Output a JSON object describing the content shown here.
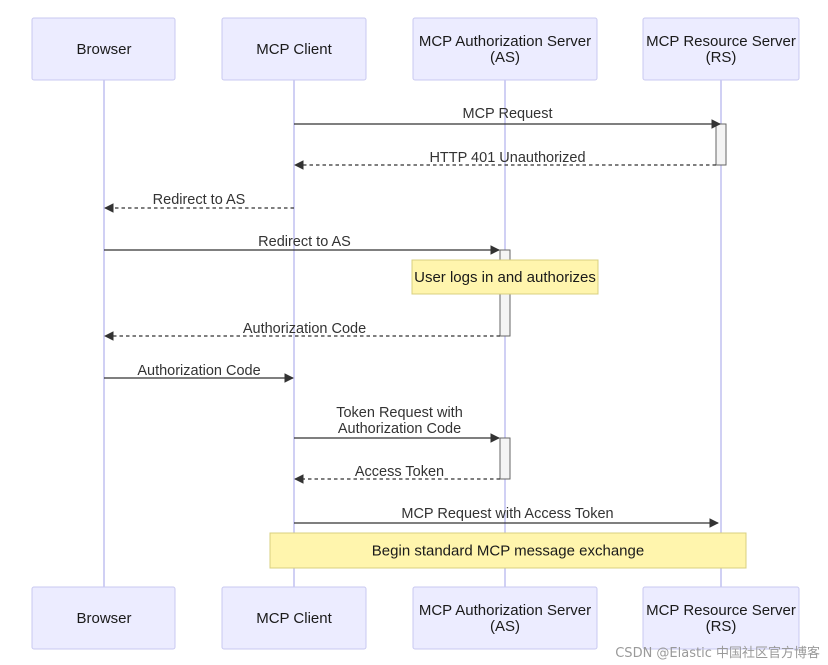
{
  "participants": [
    {
      "id": "browser",
      "lines": [
        "Browser"
      ]
    },
    {
      "id": "client",
      "lines": [
        "MCP Client"
      ]
    },
    {
      "id": "as",
      "lines": [
        "MCP Authorization Server",
        "(AS)"
      ]
    },
    {
      "id": "rs",
      "lines": [
        "MCP Resource Server",
        "(RS)"
      ]
    }
  ],
  "messages": [
    {
      "from": "client",
      "to": "rs",
      "lines": [
        "MCP Request"
      ],
      "style": "solid"
    },
    {
      "from": "rs",
      "to": "client",
      "lines": [
        "HTTP 401 Unauthorized"
      ],
      "style": "dashed"
    },
    {
      "from": "client",
      "to": "browser",
      "lines": [
        "Redirect to AS"
      ],
      "style": "dashed"
    },
    {
      "from": "browser",
      "to": "as",
      "lines": [
        "Redirect to AS"
      ],
      "style": "solid"
    },
    {
      "from": "as",
      "to": "browser",
      "lines": [
        "Authorization Code"
      ],
      "style": "dashed"
    },
    {
      "from": "browser",
      "to": "client",
      "lines": [
        "Authorization Code"
      ],
      "style": "solid"
    },
    {
      "from": "client",
      "to": "as",
      "lines": [
        "Token Request with",
        "Authorization Code"
      ],
      "style": "solid"
    },
    {
      "from": "as",
      "to": "client",
      "lines": [
        "Access Token"
      ],
      "style": "dashed"
    },
    {
      "from": "client",
      "to": "rs",
      "lines": [
        "MCP Request with Access Token"
      ],
      "style": "solid"
    }
  ],
  "notes": [
    {
      "over": [
        "as"
      ],
      "text": "User logs in and authorizes"
    },
    {
      "over": [
        "client",
        "rs"
      ],
      "text": "Begin standard MCP message exchange"
    }
  ],
  "watermark": "CSDN @Elastic 中国社区官方博客",
  "colors": {
    "actor_fill": "#ececff",
    "actor_border": "#c9c9f0",
    "lifeline": "#b7b7ef",
    "note_fill": "#fff5ad",
    "note_border": "#d8d080",
    "arrow": "#333333",
    "activation_fill": "#f4f4f4"
  }
}
